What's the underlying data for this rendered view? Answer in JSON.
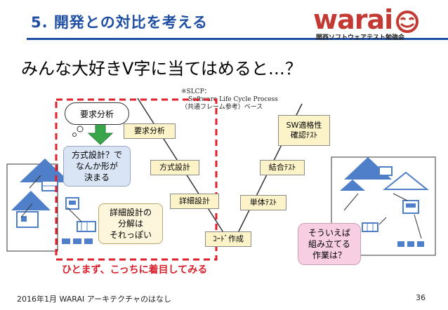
{
  "header": {
    "title": "5. 開発との対比を考える",
    "logo_text": "warai",
    "logo_subtitle": "関西ソフトウェアテスト勉強会"
  },
  "subtitle": "みんな大好きV字に当てはめると…？",
  "note": {
    "line1": "※SLCP：",
    "line2": "Software Life Cycle Process",
    "line3": "（共通フレーム参考）ベース"
  },
  "vmodel": {
    "requirements": "要求分析",
    "design": "方式設計",
    "detailed_design": "詳細設計",
    "coding": "ｺｰﾄﾞ作成",
    "unit_test": "単体ﾃｽﾄ",
    "integration_test": "結合ﾃｽﾄ",
    "sw_test_line1": "SW適格性",
    "sw_test_line2": "確認ﾃｽﾄ"
  },
  "callouts": {
    "thought": "要求分析",
    "design_line1": "方式設計？で",
    "design_line2": "なんか形が",
    "design_line3": "決まる",
    "detail_line1": "詳細設計の",
    "detail_line2": "分解は",
    "detail_line3": "それっぽい",
    "assemble_line1": "そういえば",
    "assemble_line2": "組み立てる",
    "assemble_line3": "作業は？"
  },
  "focus_label": "ひとまず、こっちに着目してみる",
  "footer": {
    "text": "2016年1月 WARAI アーキテクチャのはなし",
    "page": "36"
  },
  "colors": {
    "title_blue": "#1f4fa3",
    "logo_red": "#c23a33",
    "dashed_red": "#e0202a",
    "box_yellow": "#fdf3c9",
    "bubble_blue": "#d9e4f5",
    "bubble_pink": "#f8cfe2",
    "arrow_green": "#3aa64a",
    "house_blue": "#4f7fc8"
  }
}
